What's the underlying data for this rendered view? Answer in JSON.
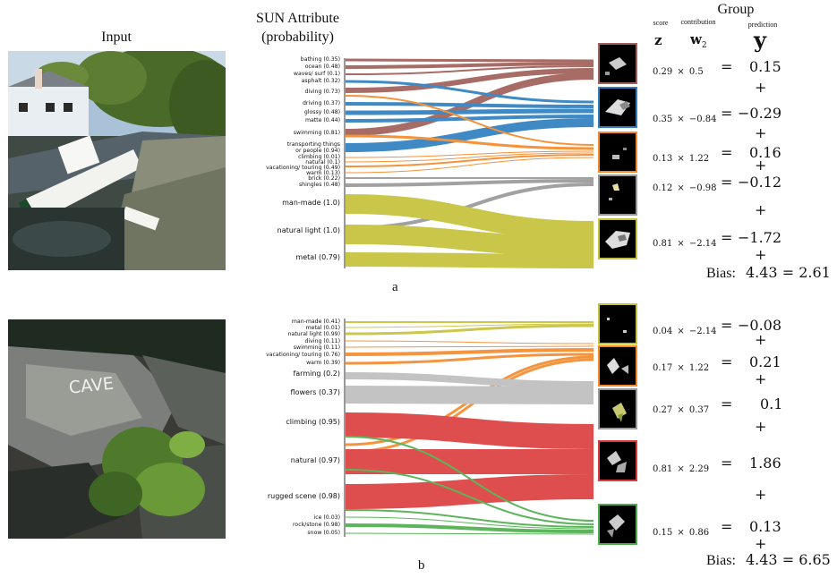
{
  "headers": {
    "input": "Input",
    "sun_line1": "SUN Attribute",
    "sun_line2": "(probability)",
    "group": "Group",
    "score": "score",
    "contribution": "contribution",
    "prediction": "prediction",
    "z": "z",
    "w2": "w",
    "w2_sub": "2",
    "y": "y"
  },
  "colors": {
    "brown": "#a0605a",
    "blue": "#2f7fbf",
    "orange": "#f5892a",
    "gray": "#9a9a9a",
    "olive": "#c6c23a",
    "red": "#dc3b3b",
    "green": "#4cad4a"
  },
  "panel_a": {
    "caption": "a",
    "attributes": [
      "bathing (0.35)",
      "ocean (0.48)",
      "waves/ surf (0.1)",
      "asphalt (0.32)",
      "diving (0.73)",
      "driving (0.37)",
      "glossy (0.48)",
      "matte (0.44)",
      "swimming (0.81)",
      "transporting things",
      "or people (0.94)",
      "climbing (0.01)",
      "natural (0.1)",
      "vacationing/ touring (0.49)",
      "warm (0.13)",
      "brick (0.22)",
      "shingles (0.48)",
      "man-made (1.0)",
      "natural light (1.0)",
      "metal (0.79)"
    ],
    "rows": [
      {
        "z": "0.29",
        "w": "0.5",
        "y": "0.15"
      },
      {
        "z": "0.35",
        "w": "−0.84",
        "y": "−0.29"
      },
      {
        "z": "0.13",
        "w": "1.22",
        "y": "0.16"
      },
      {
        "z": "0.12",
        "w": "−0.98",
        "y": "−0.12"
      },
      {
        "z": "0.81",
        "w": "−2.14",
        "y": "−1.72"
      }
    ],
    "bias_label": "Bias:",
    "bias_value": "4.43 = 2.61"
  },
  "panel_b": {
    "caption": "b",
    "attributes": [
      "man-made (0.41)",
      "metal (0.01)",
      "natural light (0.99)",
      "diving (0.11)",
      "swimming (0.11)",
      "vacationing/ touring (0.76)",
      "warm (0.39)",
      "farming (0.2)",
      "flowers (0.37)",
      "climbing (0.95)",
      "natural (0.97)",
      "rugged scene (0.98)",
      "ice (0.03)",
      "rock/stone (0.98)",
      "snow (0.05)"
    ],
    "rows": [
      {
        "z": "0.04",
        "w": "−2.14",
        "y": "−0.08"
      },
      {
        "z": "0.17",
        "w": "1.22",
        "y": "0.21"
      },
      {
        "z": "0.27",
        "w": "0.37",
        "y": "0.1"
      },
      {
        "z": "0.81",
        "w": "2.29",
        "y": "1.86"
      },
      {
        "z": "0.15",
        "w": "0.86",
        "y": "0.13"
      }
    ],
    "bias_label": "Bias:",
    "bias_value": "4.43 = 6.65"
  },
  "symbols": {
    "times": "×",
    "equals": "=",
    "plus": "+",
    "cave_text": "CAVE"
  }
}
